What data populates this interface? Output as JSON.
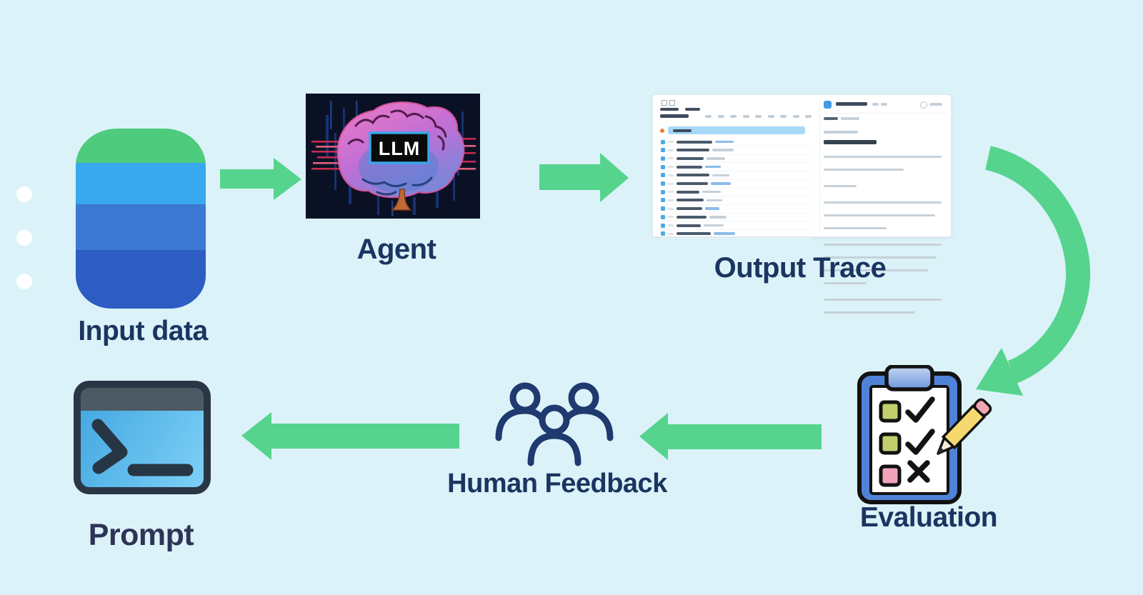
{
  "colors": {
    "background": "#dcf2f9",
    "arrow_green": "#56d48e",
    "label_navy": "#1b3560",
    "prompt_label_navy": "#2e3456",
    "db_green": "#4ecb7d",
    "db_blue_light": "#38a8ef",
    "db_blue_mid": "#3b79d3",
    "db_blue_dark": "#2d5cc3",
    "trace_highlight_blue": "#a6d9f6",
    "trace_icon_blue": "#4aa9e9",
    "terminal_frame": "#2a3645",
    "terminal_body_blue": "#58bbec",
    "clipboard_blue": "#5083d8",
    "checkbox_green": "#c2cf6b",
    "checkbox_pink": "#f0a3b8",
    "pencil_yellow": "#f6d96e",
    "people_navy": "#1e3a6e"
  },
  "nodes": {
    "input_data": {
      "label": "Input data"
    },
    "agent": {
      "label": "Agent",
      "chip_text": "LLM"
    },
    "output_trace": {
      "label": "Output Trace"
    },
    "evaluation": {
      "label": "Evaluation"
    },
    "human_feedback": {
      "label": "Human Feedback"
    },
    "prompt": {
      "label": "Prompt"
    }
  },
  "output_trace_card": {
    "header_col_count": 9,
    "rows": [
      [
        50,
        0,
        26
      ],
      [
        46,
        30,
        0
      ],
      [
        38,
        26,
        0
      ],
      [
        36,
        0,
        22
      ],
      [
        46,
        24,
        0
      ],
      [
        44,
        0,
        28
      ],
      [
        32,
        26,
        0
      ],
      [
        38,
        22,
        0
      ],
      [
        36,
        0,
        20
      ],
      [
        42,
        24,
        0
      ],
      [
        34,
        28,
        0
      ],
      [
        48,
        0,
        30
      ]
    ],
    "right_blocks": [
      [
        165,
        112
      ],
      [
        46
      ],
      [
        165,
        156,
        88
      ],
      [
        165,
        158,
        146,
        60
      ],
      [
        165,
        128
      ]
    ]
  }
}
